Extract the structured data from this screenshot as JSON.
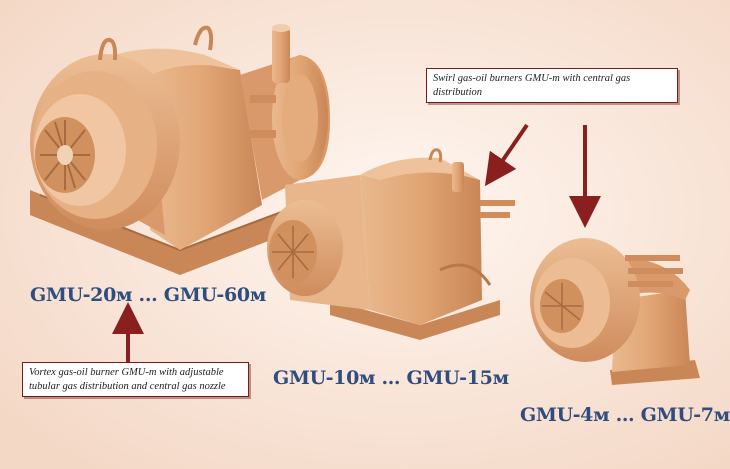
{
  "labels": {
    "large": "GMU-20м ... GMU-60м",
    "medium": "GMU-10м … GMU-15м",
    "small": "GMU-4м … GMU-7м"
  },
  "callouts": {
    "swirl": "Swirl gas-oil burners GMU-m with central gas distribution",
    "vortex_line1": "Vortex gas-oil burner GMU-m with adjustable",
    "vortex_line2": "tubular gas distribution and central gas nozzle"
  },
  "colors": {
    "burner_body": "#e2a878",
    "burner_shadow": "#c98656",
    "label_text": "#2f4d7e",
    "arrow": "#8a1f1f",
    "background": "#fbece2"
  }
}
